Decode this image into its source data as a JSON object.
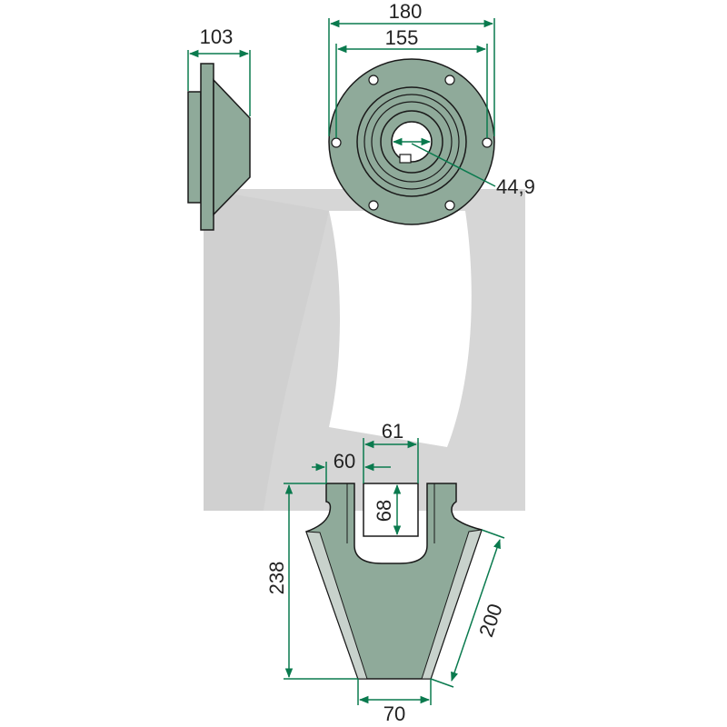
{
  "colors": {
    "part_fill": "#8faa9a",
    "part_stroke": "#1a1a1a",
    "dimension_line": "#0a7a4e",
    "watermark": "#d6d6d6",
    "edge_light": "#c8d2cc"
  },
  "dimensions": {
    "side_width": "103",
    "outer_diameter": "180",
    "bolt_circle": "155",
    "bore": "44,9",
    "slot_width": "61",
    "slot_offset": "60",
    "slot_depth": "68",
    "height": "238",
    "edge_length": "200",
    "bottom_width": "70"
  },
  "watermark": {
    "description_icon": "logo-watermark-icon"
  }
}
